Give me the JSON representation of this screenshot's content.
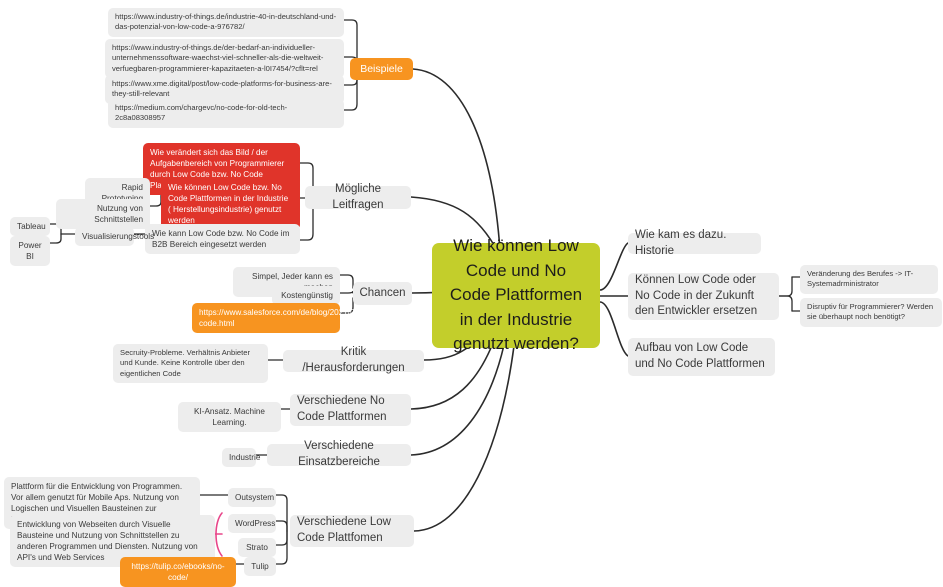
{
  "meta": {
    "type": "mindmap",
    "colors": {
      "center_fill": "#c3ce2b",
      "node_fill": "#ededed",
      "red_fill": "#e0342a",
      "orange_fill": "#f79420",
      "link_stroke": "#2b2b2b",
      "bracket_pink": "#e8468a",
      "text_dark": "#333333",
      "text_light": "#ffffff"
    }
  },
  "center": {
    "label": "Wie können Low Code und No Code Plattformen in der Industrie genutzt werden?"
  },
  "branches": {
    "beispiele": {
      "label": "Beispiele",
      "links": [
        "https://www.industry-of-things.de/industrie-40-in-deutschland-und-das-potenzial-von-low-code-a-976782/",
        "https://www.industry-of-things.de/der-bedarf-an-individueller-unternehmenssoftware-waechst-viel-schneller-als-die-weltweit-verfuegbaren-programmierer-kapazitaeten-a-l0I7454/?cflt=rel",
        "https://www.xme.digital/post/low-code-platforms-for-business-are-they-still-relevant",
        "https://medium.com/chargevc/no-code-for-old-tech-2c8a08308957"
      ]
    },
    "leitfragen": {
      "label": "Mögliche Leitfragen",
      "questions": [
        "Wie verändert sich das Bild / der Aufgabenbereich von Programmierer durch Low Code bzw. No Code Plattformen",
        "Wie können Low Code bzw. No Code Plattformen in der Industrie ( Herstellungsindustrie) genutzt werden",
        "Wie kann Low Code bzw. No Code im B2B Bereich eingesetzt werden"
      ],
      "tags": [
        "Rapid Prototyping",
        "Nutzung von Schnittstellen",
        "Visualisierungstools"
      ],
      "tools": [
        "Tableau",
        "Power BI"
      ]
    },
    "chancen": {
      "label": "Chancen",
      "items": [
        "Simpel, Jeder kann es machen",
        "Kostengünstig"
      ],
      "link": "https://www.salesforce.com/de/blog/2021/02/low-code.html"
    },
    "kritik": {
      "label": "Kritik /Herausforderungen",
      "note": "Secruity-Probleme. Verhältnis Anbieter und Kunde. Keine Kontrolle über den eigentlichen Code"
    },
    "no_code_plattformen": {
      "label": "Verschiedene No Code Plattformen",
      "note": "KI-Ansatz. Machine Learning."
    },
    "einsatzbereiche": {
      "label": "Verschiedene Einsatzbereiche",
      "note": "Industrie"
    },
    "low_code_plattformen": {
      "label": "Verschiedene Low Code Plattfomen",
      "platforms": [
        "Outsystem",
        "WordPress",
        "Strato",
        "Tulip"
      ],
      "note_outsystem": "Plattform für die Entwicklung von Programmen. Vor allem genutzt für Mobile Aps. Nutzung von Logischen und Visuellen Bausteinen zur Entwicklung des Programms",
      "note_web": "Entwicklung von Webseiten durch Visuelle Bausteine und Nutzung von Schnittstellen zu anderen Programmen und Diensten. Nutzung von API's und Web Services",
      "link_tulip": "https://tulip.co/ebooks/no-code/"
    },
    "historie": {
      "label": "Wie kam es dazu. Historie"
    },
    "entwickler_ersetzen": {
      "label": "Können Low Code oder No Code in der Zukunft den Entwickler ersetzen",
      "children": [
        "Veränderung des Berufes -> IT-Systemadrministrator",
        "Disruptiv für Programmierer? Werden sie überhaupt noch benötigt?"
      ]
    },
    "aufbau": {
      "label": "Aufbau von Low Code und No Code Plattformen"
    }
  }
}
